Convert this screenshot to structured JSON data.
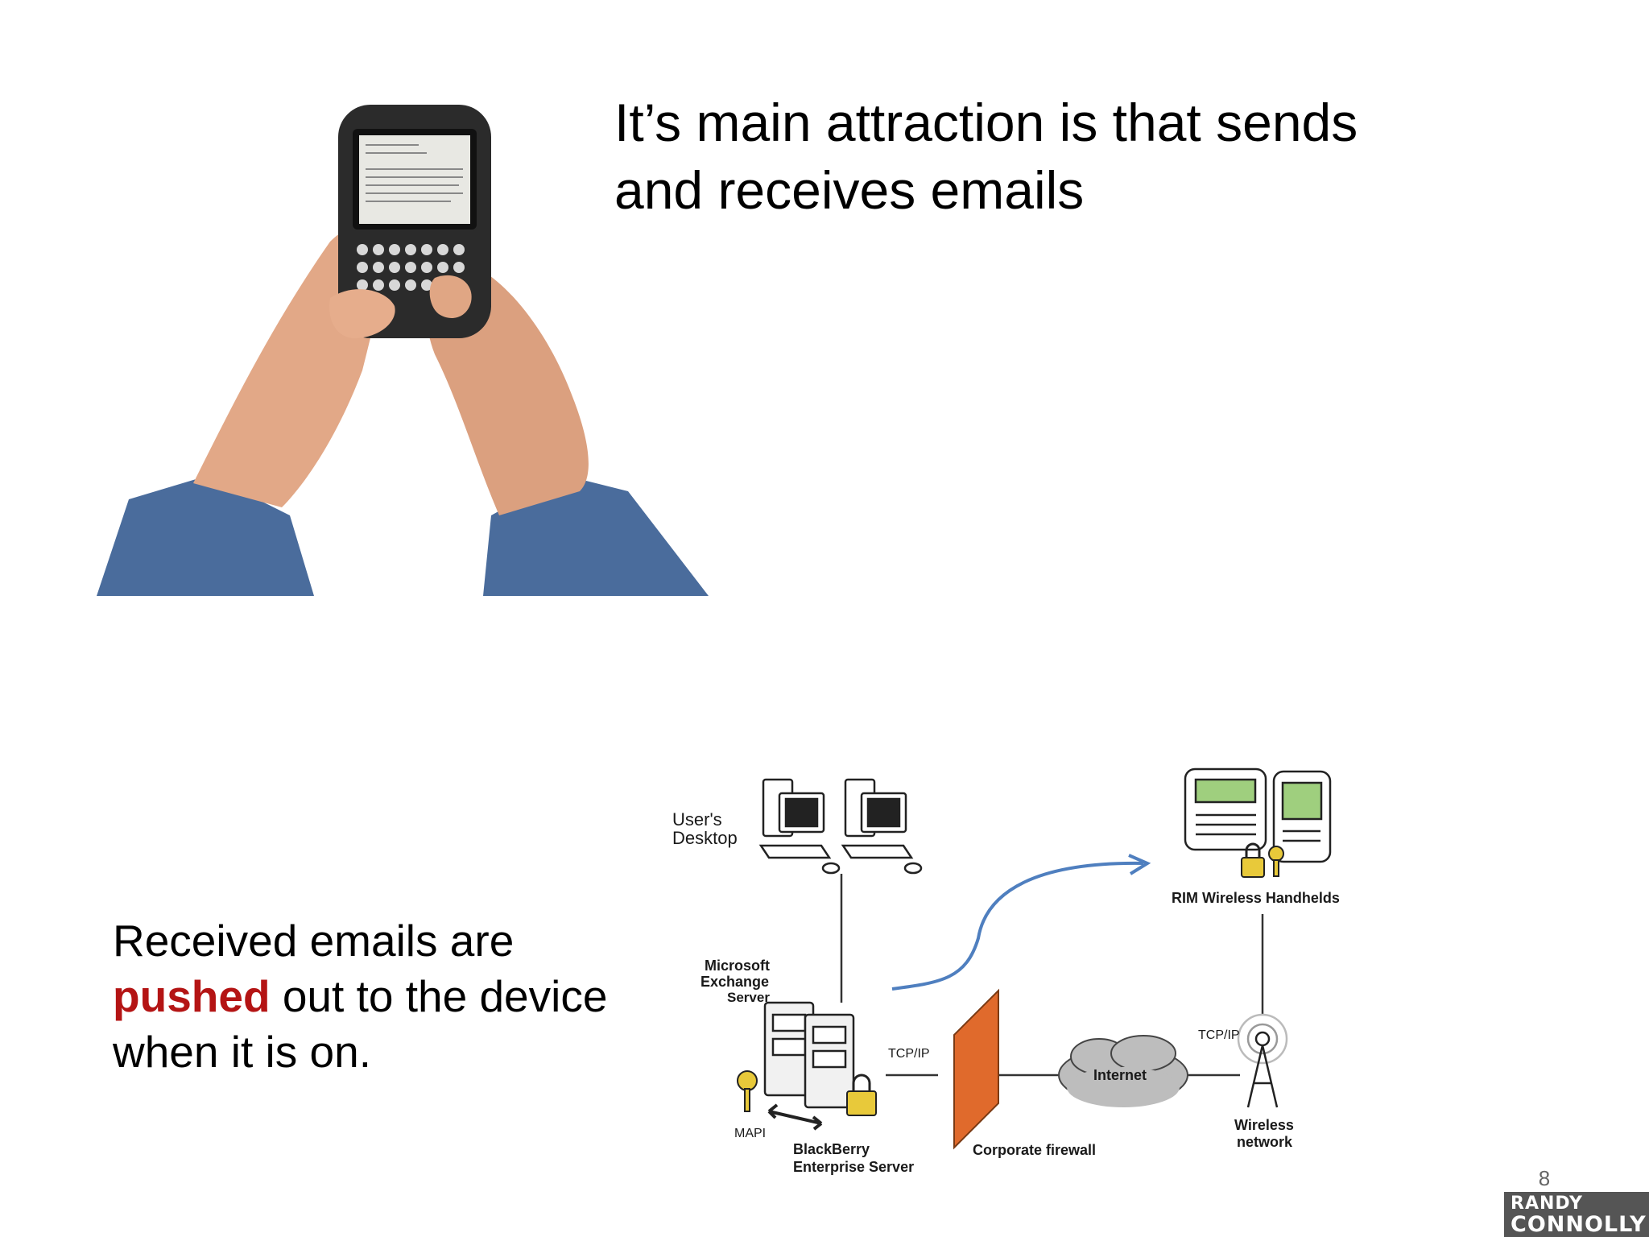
{
  "slide": {
    "headline": "It’s main attraction is that sends and receives emails",
    "body_pre": "Received emails are",
    "body_emph": "pushed",
    "body_post": " out to the device when it is on.",
    "page_number": "8"
  },
  "diagram": {
    "users_desktop": [
      "User's",
      "Desktop"
    ],
    "exchange_server": [
      "Microsoft",
      "Exchange",
      "Server"
    ],
    "mapi": "MAPI",
    "bes": [
      "BlackBerry",
      "Enterprise Server"
    ],
    "tcpip_left": "TCP/IP",
    "tcpip_right": "TCP/IP",
    "firewall": "Corporate firewall",
    "internet": "Internet",
    "wireless_network": [
      "Wireless",
      "network"
    ],
    "handhelds": "RIM Wireless Handhelds",
    "colors": {
      "arrow": "#4f7fbf",
      "firewall": "#e06a2c",
      "cloud": "#bdbdbd"
    }
  },
  "logo": {
    "line1": "RANDY",
    "line2": "CONNOLLY"
  }
}
